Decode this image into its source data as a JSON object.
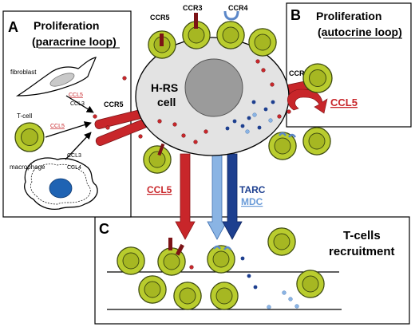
{
  "panel_a": {
    "letter": "A",
    "title_line1": "Proliferation",
    "title_line2": "(paracrine loop)",
    "fibroblast": "fibroblast",
    "fibroblast_ccl5": "CCL5",
    "fibroblast_ccl3": "CCL3",
    "tcell": "T-cell",
    "tcell_ccl5": "CCL5",
    "macrophage": "macrophage",
    "macrophage_ccl3": "CCL3",
    "macrophage_ccl4": "CCL4"
  },
  "panel_b": {
    "letter": "B",
    "title_line1": "Proliferation",
    "title_line2": "(autocrine loop)",
    "ccr5": "CCR5",
    "ccl5": "CCL5"
  },
  "panel_c": {
    "letter": "C",
    "title_line1": "T-cells",
    "title_line2": "recruitment"
  },
  "center": {
    "hrs_line1": "H-RS",
    "hrs_line2": "cell",
    "ccr5_top": "CCR5",
    "ccr3_top": "CCR3",
    "ccr4_top": "CCR4",
    "ccr5_left": "CCR5",
    "arrow_ccl5": "CCL5",
    "arrow_tarc": "TARC",
    "arrow_mdc": "MDC"
  },
  "colors": {
    "red": "#c8262a",
    "navy": "#1d3f8f",
    "lightblue": "#6a9bd8",
    "green": "#b9cc2e",
    "green_dark": "#7d8f1e",
    "grey_cell": "#e3e3e3",
    "nucleus": "#9b9b9b"
  }
}
